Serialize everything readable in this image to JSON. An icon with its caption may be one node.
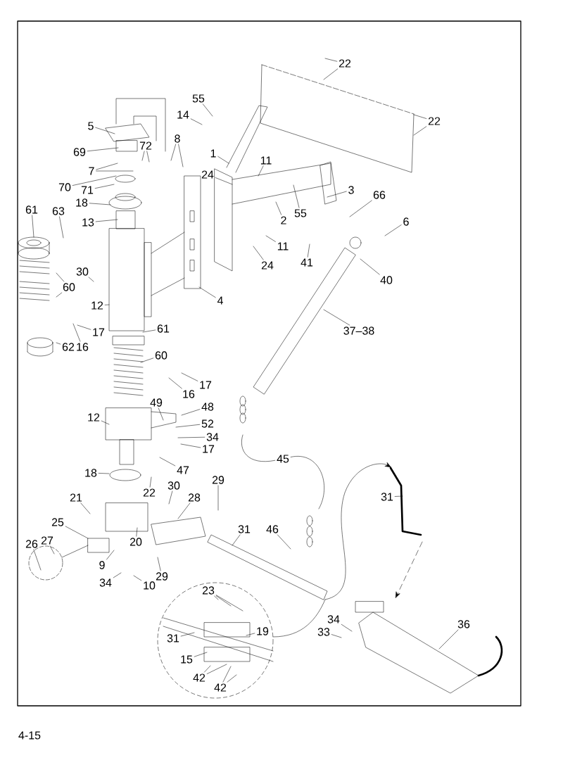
{
  "diagram": {
    "nodes": [
      {
        "text": [
          "22"
        ]
      },
      {
        "text": [
          "55"
        ]
      },
      {
        "text": [
          "22"
        ]
      },
      {
        "text": [
          "14"
        ]
      },
      {
        "text": [
          "5"
        ]
      },
      {
        "text": [
          "8"
        ]
      },
      {
        "text": [
          "72"
        ]
      },
      {
        "text": [
          "69"
        ]
      },
      {
        "text": [
          "1"
        ]
      },
      {
        "text": [
          "11"
        ]
      },
      {
        "text": [
          "7"
        ]
      },
      {
        "text": [
          "24"
        ]
      },
      {
        "text": [
          "70"
        ]
      },
      {
        "text": [
          "71"
        ]
      },
      {
        "text": [
          "3"
        ]
      },
      {
        "text": [
          "66"
        ]
      },
      {
        "text": [
          "18"
        ]
      },
      {
        "text": [
          "61"
        ]
      },
      {
        "text": [
          "63"
        ]
      },
      {
        "text": [
          "55"
        ]
      },
      {
        "text": [
          "2"
        ]
      },
      {
        "text": [
          "6"
        ]
      },
      {
        "text": [
          "13"
        ]
      },
      {
        "text": [
          "11"
        ]
      },
      {
        "text": [
          "41"
        ]
      },
      {
        "text": [
          "24"
        ]
      },
      {
        "text": [
          "30"
        ]
      },
      {
        "text": [
          "40"
        ]
      },
      {
        "text": [
          "60"
        ]
      },
      {
        "text": [
          "4"
        ]
      },
      {
        "text": [
          "12"
        ]
      },
      {
        "text": [
          "61"
        ]
      },
      {
        "text": [
          "37–38"
        ]
      },
      {
        "text": [
          "17"
        ]
      },
      {
        "text": [
          "62"
        ]
      },
      {
        "text": [
          "16"
        ]
      },
      {
        "text": [
          "60"
        ]
      },
      {
        "text": [
          "17"
        ]
      },
      {
        "text": [
          "16"
        ]
      },
      {
        "text": [
          "49"
        ]
      },
      {
        "text": [
          "48"
        ]
      },
      {
        "text": [
          "12"
        ]
      },
      {
        "text": [
          "52"
        ]
      },
      {
        "text": [
          "34"
        ]
      },
      {
        "text": [
          "17"
        ]
      },
      {
        "text": [
          "45"
        ]
      },
      {
        "text": [
          "47"
        ]
      },
      {
        "text": [
          "18"
        ]
      },
      {
        "text": [
          "29"
        ]
      },
      {
        "text": [
          "30"
        ]
      },
      {
        "text": [
          "22"
        ]
      },
      {
        "text": [
          "21"
        ]
      },
      {
        "text": [
          "31"
        ]
      },
      {
        "text": [
          "28"
        ]
      },
      {
        "text": [
          "25"
        ]
      },
      {
        "text": [
          "31"
        ]
      },
      {
        "text": [
          "46"
        ]
      },
      {
        "text": [
          "27"
        ]
      },
      {
        "text": [
          "20"
        ]
      },
      {
        "text": [
          "26"
        ]
      },
      {
        "text": [
          "9"
        ]
      },
      {
        "text": [
          "29"
        ]
      },
      {
        "text": [
          "34"
        ]
      },
      {
        "text": [
          "10"
        ]
      },
      {
        "text": [
          "23"
        ]
      },
      {
        "text": [
          "34"
        ]
      },
      {
        "text": [
          "19"
        ]
      },
      {
        "text": [
          "33"
        ]
      },
      {
        "text": [
          "31"
        ]
      },
      {
        "text": [
          "36"
        ]
      },
      {
        "text": [
          "15"
        ]
      },
      {
        "text": [
          "42"
        ]
      },
      {
        "text": [
          "42"
        ]
      }
    ],
    "edges": [
      {
        "from": 0,
        "to": null,
        "arrow": "none"
      },
      {
        "from": 0,
        "to": null,
        "arrow": "none"
      },
      {
        "from": 1,
        "to": null,
        "arrow": "none"
      },
      {
        "from": 2,
        "to": null,
        "arrow": "none"
      },
      {
        "from": 2,
        "to": null,
        "arrow": "none"
      },
      {
        "from": 3,
        "to": null,
        "arrow": "none"
      },
      {
        "from": 4,
        "to": null,
        "arrow": "none"
      },
      {
        "from": 5,
        "to": null,
        "arrow": "none"
      },
      {
        "from": 5,
        "to": null,
        "arrow": "none"
      },
      {
        "from": 6,
        "to": null,
        "arrow": "none"
      },
      {
        "from": 6,
        "to": null,
        "arrow": "none"
      },
      {
        "from": 7,
        "to": null,
        "arrow": "none"
      },
      {
        "from": 8,
        "to": null,
        "arrow": "none"
      },
      {
        "from": 9,
        "to": null,
        "arrow": "none"
      },
      {
        "from": 10,
        "to": null,
        "arrow": "none"
      },
      {
        "from": 10,
        "to": null,
        "arrow": "none"
      },
      {
        "from": 11,
        "to": null,
        "arrow": "none"
      },
      {
        "from": 12,
        "to": null,
        "arrow": "none"
      },
      {
        "from": 13,
        "to": null,
        "arrow": "none"
      },
      {
        "from": 14,
        "to": null,
        "arrow": "none"
      },
      {
        "from": 15,
        "to": null,
        "arrow": "none"
      },
      {
        "from": 16,
        "to": null,
        "arrow": "none"
      },
      {
        "from": 17,
        "to": null,
        "arrow": "none"
      },
      {
        "from": 18,
        "to": null,
        "arrow": "none"
      },
      {
        "from": 19,
        "to": null,
        "arrow": "none"
      },
      {
        "from": 20,
        "to": null,
        "arrow": "none"
      },
      {
        "from": 21,
        "to": null,
        "arrow": "none"
      },
      {
        "from": 22,
        "to": null,
        "arrow": "none"
      },
      {
        "from": 23,
        "to": null,
        "arrow": "none"
      },
      {
        "from": 24,
        "to": null,
        "arrow": "none"
      },
      {
        "from": 25,
        "to": null,
        "arrow": "none"
      },
      {
        "from": 26,
        "to": null,
        "arrow": "none"
      },
      {
        "from": 27,
        "to": null,
        "arrow": "none"
      },
      {
        "from": 28,
        "to": null,
        "arrow": "none"
      },
      {
        "from": 28,
        "to": null,
        "arrow": "none"
      },
      {
        "from": 29,
        "to": null,
        "arrow": "none"
      },
      {
        "from": 30,
        "to": null,
        "arrow": "none"
      },
      {
        "from": 31,
        "to": null,
        "arrow": "none"
      },
      {
        "from": 32,
        "to": null,
        "arrow": "none"
      },
      {
        "from": 33,
        "to": null,
        "arrow": "none"
      },
      {
        "from": 34,
        "to": null,
        "arrow": "none"
      },
      {
        "from": 35,
        "to": null,
        "arrow": "none"
      },
      {
        "from": 36,
        "to": null,
        "arrow": "none"
      },
      {
        "from": 37,
        "to": null,
        "arrow": "none"
      },
      {
        "from": 38,
        "to": null,
        "arrow": "none"
      },
      {
        "from": 39,
        "to": null,
        "arrow": "none"
      },
      {
        "from": 40,
        "to": null,
        "arrow": "none"
      },
      {
        "from": 41,
        "to": null,
        "arrow": "none"
      },
      {
        "from": 42,
        "to": null,
        "arrow": "none"
      },
      {
        "from": 43,
        "to": null,
        "arrow": "none"
      },
      {
        "from": 44,
        "to": null,
        "arrow": "none"
      },
      {
        "from": 45,
        "to": null,
        "arrow": "none"
      },
      {
        "from": 45,
        "to": null,
        "arrow": "none"
      },
      {
        "from": 46,
        "to": null,
        "arrow": "none"
      },
      {
        "from": 47,
        "to": null,
        "arrow": "none"
      },
      {
        "from": 48,
        "to": null,
        "arrow": "none"
      },
      {
        "from": 49,
        "to": null,
        "arrow": "none"
      },
      {
        "from": 50,
        "to": null,
        "arrow": "none"
      },
      {
        "from": 51,
        "to": null,
        "arrow": "none"
      },
      {
        "from": 52,
        "to": null,
        "arrow": "none"
      },
      {
        "from": 53,
        "to": null,
        "arrow": "none"
      },
      {
        "from": 54,
        "to": null,
        "arrow": "none"
      },
      {
        "from": 55,
        "to": null,
        "arrow": "none"
      },
      {
        "from": 56,
        "to": null,
        "arrow": "none"
      },
      {
        "from": 57,
        "to": null,
        "arrow": "none"
      },
      {
        "from": 58,
        "to": null,
        "arrow": "none"
      },
      {
        "from": 59,
        "to": null,
        "arrow": "none"
      },
      {
        "from": 60,
        "to": null,
        "arrow": "none"
      },
      {
        "from": 61,
        "to": null,
        "arrow": "none"
      },
      {
        "from": 62,
        "to": null,
        "arrow": "none"
      },
      {
        "from": 63,
        "to": null,
        "arrow": "none"
      },
      {
        "from": 64,
        "to": null,
        "arrow": "none"
      },
      {
        "from": 64,
        "to": null,
        "arrow": "none"
      },
      {
        "from": 64,
        "to": null,
        "arrow": "none"
      },
      {
        "from": 65,
        "to": null,
        "arrow": "none"
      },
      {
        "from": 66,
        "to": null,
        "arrow": "none"
      },
      {
        "from": 67,
        "to": null,
        "arrow": "none"
      },
      {
        "from": 68,
        "to": null,
        "arrow": "none"
      },
      {
        "from": 69,
        "to": null,
        "arrow": "none"
      },
      {
        "from": 70,
        "to": null,
        "arrow": "none"
      },
      {
        "from": 71,
        "to": null,
        "arrow": "none"
      },
      {
        "from": 71,
        "to": null,
        "arrow": "none"
      },
      {
        "from": 72,
        "to": null,
        "arrow": "none"
      },
      {
        "from": 72,
        "to": null,
        "arrow": "none"
      }
    ],
    "labels": [
      "4-15"
    ]
  }
}
